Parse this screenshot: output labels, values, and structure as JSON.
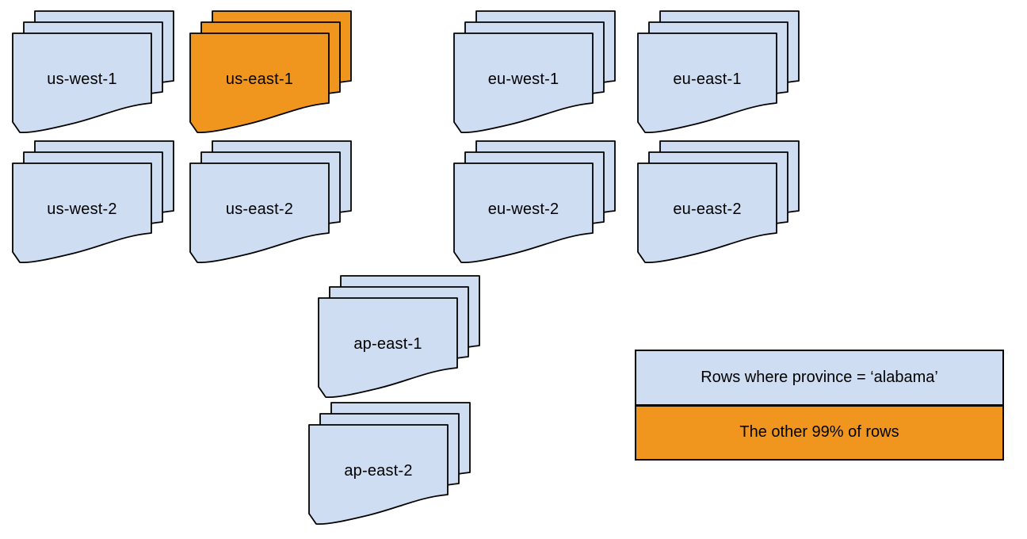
{
  "colors": {
    "region_default": "#CEDDF2",
    "region_highlight": "#F0961E",
    "outline": "#000000",
    "background": "#FFFFFF"
  },
  "stacks": [
    {
      "label": "us-west-1",
      "variant": "default"
    },
    {
      "label": "us-east-1",
      "variant": "highlight"
    },
    {
      "label": "eu-west-1",
      "variant": "default"
    },
    {
      "label": "eu-east-1",
      "variant": "default"
    },
    {
      "label": "us-west-2",
      "variant": "default"
    },
    {
      "label": "us-east-2",
      "variant": "default"
    },
    {
      "label": "eu-west-2",
      "variant": "default"
    },
    {
      "label": "eu-east-2",
      "variant": "default"
    },
    {
      "label": "ap-east-1",
      "variant": "default"
    },
    {
      "label": "ap-east-2",
      "variant": "default"
    }
  ],
  "legend": {
    "items": [
      {
        "label": "Rows where province = ‘alabama’",
        "variant": "default"
      },
      {
        "label": "The other 99% of rows",
        "variant": "highlight"
      }
    ]
  }
}
